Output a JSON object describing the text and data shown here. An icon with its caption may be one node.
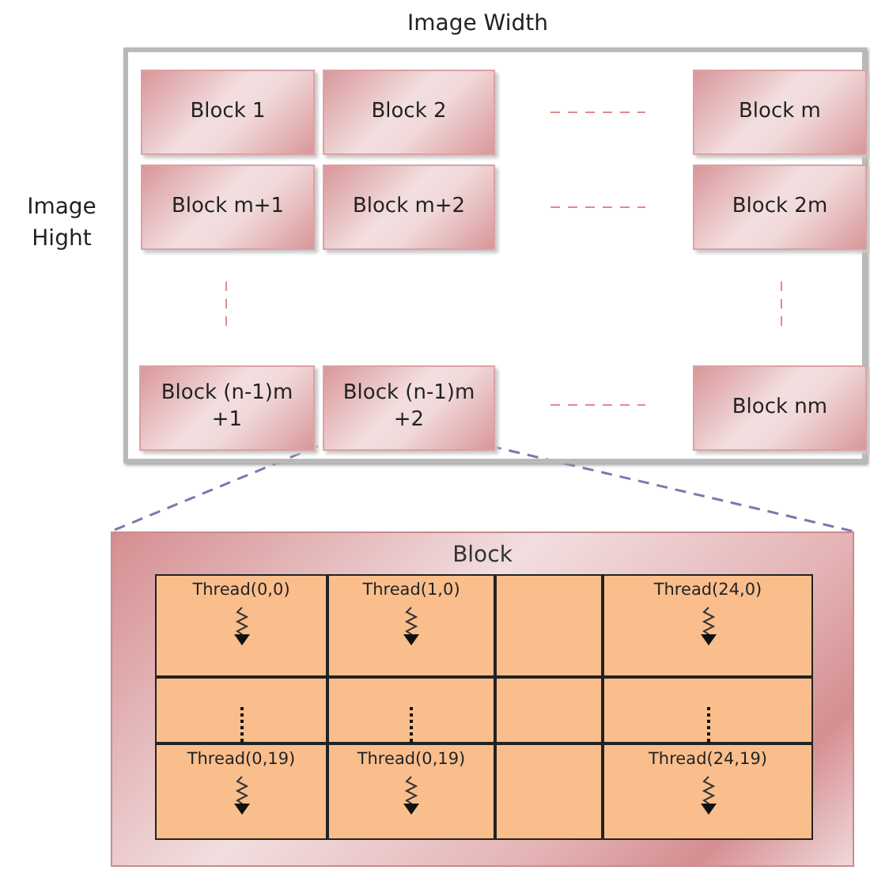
{
  "diagram": {
    "nodes": [
      {
        "text": [],
        "shape": "box"
      },
      {
        "text": [
          "Block 1"
        ],
        "in": 0
      },
      {
        "text": [
          "Block 2"
        ],
        "in": 0
      },
      {
        "text": [
          "Block m"
        ],
        "in": 0
      },
      {
        "text": [
          "Block m+1"
        ],
        "in": 0
      },
      {
        "text": [
          "Block m+2"
        ],
        "in": 0
      },
      {
        "text": [
          "Block 2m"
        ],
        "in": 0
      },
      {
        "text": [
          "Block (n-1)m +1"
        ],
        "in": 0
      },
      {
        "text": [
          "Block (n-1)m +2"
        ],
        "in": 0
      },
      {
        "text": [
          "Block nm"
        ],
        "in": 0
      },
      {
        "text": [
          "Block"
        ]
      },
      {
        "text": [
          "Thread(0,0)"
        ],
        "in": 10
      },
      {
        "text": [
          "Thread(1,0)"
        ],
        "in": 10
      },
      {
        "text": [],
        "shape": "box",
        "in": 10
      },
      {
        "text": [
          "Thread(24,0)"
        ],
        "in": 10
      },
      {
        "text": [],
        "shape": "box",
        "in": 10
      },
      {
        "text": [],
        "shape": "box",
        "in": 10
      },
      {
        "text": [],
        "shape": "box",
        "in": 10
      },
      {
        "text": [],
        "shape": "box",
        "in": 10
      },
      {
        "text": [
          "Thread(0,19)"
        ],
        "in": 10
      },
      {
        "text": [
          "Thread(0,19)"
        ],
        "in": 10
      },
      {
        "text": [],
        "shape": "box",
        "in": 10
      },
      {
        "text": [
          "Thread(24,19)"
        ],
        "in": 10
      }
    ],
    "edges": [
      {
        "from": 8,
        "to": 10,
        "arrow": "none",
        "style": "dashed"
      },
      {
        "from": 8,
        "to": 10,
        "arrow": "none",
        "style": "dashed"
      }
    ],
    "labels": [
      "Image Width",
      "Image Hight"
    ]
  }
}
